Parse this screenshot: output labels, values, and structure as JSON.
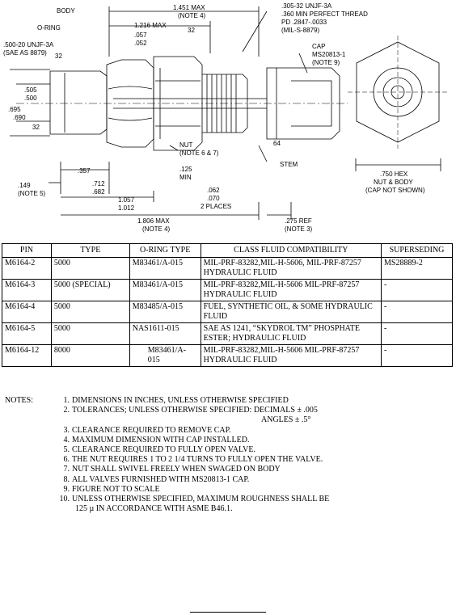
{
  "drawing": {
    "body_label": "BODY",
    "oring_label": "O-RING",
    "thread_left": ".500-20 UNJF-3A",
    "thread_left_spec": "(SAE AS 8879)",
    "dim_32": "32",
    "dim_505": ".505",
    "dim_500": ".500",
    "dim_695": ".695",
    "dim_690": ".690",
    "dim_1451": "1.451 MAX",
    "note4": "(NOTE 4)",
    "dim_1216": "1.216 MAX",
    "dim_057": ".057",
    "dim_052": ".052",
    "thread_right_1": ".305-32 UNJF-3A",
    "thread_right_2": ".360 MIN PERFECT THREAD",
    "thread_right_3": "PD .2847-.0033",
    "thread_right_4": "(MIL-S-8879)",
    "cap_label": "CAP",
    "cap_spec": "MS20813-1",
    "note9": "(NOTE 9)",
    "nut_label": "NUT",
    "note67": "(NOTE 6 & 7)",
    "dim_125": ".125",
    "min_label": "MIN",
    "dim_64": "64",
    "stem_label": "STEM",
    "dim_357": ".357",
    "dim_712": ".712",
    "dim_682": ".682",
    "dim_149": ".149",
    "note5": "(NOTE 5)",
    "dim_1057": "1.057",
    "dim_1012": "1.012",
    "dim_062": ".062",
    "dim_070": ".070",
    "two_places": "2 PLACES",
    "dim_1806": "1.806 MAX",
    "dim_275": ".275 REF",
    "note3": "(NOTE 3)",
    "hex_1": ".750 HEX",
    "hex_2": "NUT & BODY",
    "hex_3": "(CAP NOT SHOWN)"
  },
  "table": {
    "headers": [
      "PIN",
      "TYPE",
      "O-RING TYPE",
      "CLASS FLUID COMPATIBILITY",
      "SUPERSEDING"
    ],
    "rows": [
      [
        "M6164-2",
        "5000",
        "M83461/A-015",
        "MIL-PRF-83282,MIL-H-5606, MIL-PRF-87257 HYDRAULIC FLUID",
        "MS28889-2"
      ],
      [
        "M6164-3",
        "5000 (SPECIAL)",
        "M83461/A-015",
        "MIL-PRF-83282,MIL-H-5606 MIL-PRF-87257 HYDRAULIC FLUID",
        "-"
      ],
      [
        "M6164-4",
        "5000",
        "M83485/A-015",
        "FUEL, SYNTHETIC OIL, & SOME HYDRAULIC FLUID",
        "-"
      ],
      [
        "M6164-5",
        "5000",
        "NAS1611-015",
        "SAE AS 1241, “SKYDROL TM” PHOSPHATE ESTER; HYDRAULIC FLUID",
        "-"
      ],
      [
        "M6164-12",
        "8000",
        "M83461/A-015",
        "MIL-PRF-83282,MIL-H-5606 MIL-PRF-87257 HYDRAULIC FLUID",
        "-"
      ]
    ]
  },
  "notes": {
    "label": "NOTES:",
    "items": [
      {
        "num": "1.",
        "text": "DIMENSIONS IN INCHES, UNLESS OTHERWISE SPECIFIED"
      },
      {
        "num": "2.",
        "text": "TOLERANCES; UNLESS OTHERWISE SPECIFIED: DECIMALS ± .005",
        "extra": "ANGLES ± .5°"
      },
      {
        "num": "3.",
        "text": "CLEARANCE REQUIRED TO REMOVE CAP."
      },
      {
        "num": "4.",
        "text": "MAXIMUM DIMENSION WITH CAP INSTALLED."
      },
      {
        "num": "5.",
        "text": "CLEARANCE REQUIRED TO FULLY OPEN VALVE."
      },
      {
        "num": "6.",
        "text": "THE NUT REQUIRES 1 TO 2 1/4 TURNS TO FULLY OPEN THE VALVE."
      },
      {
        "num": "7.",
        "text": "NUT SHALL SWIVEL FREELY WHEN SWAGED ON BODY"
      },
      {
        "num": "8.",
        "text": "ALL VALVES FURNISHED WITH MS20813-1 CAP."
      },
      {
        "num": "9.",
        "text": "FIGURE NOT TO SCALE"
      },
      {
        "num": "10.",
        "text": "UNLESS OTHERWISE SPECIFIED, MAXIMUM ROUGHNESS SHALL BE",
        "extra": "125 µ IN ACCORDANCE WITH ASME B46.1."
      }
    ]
  }
}
